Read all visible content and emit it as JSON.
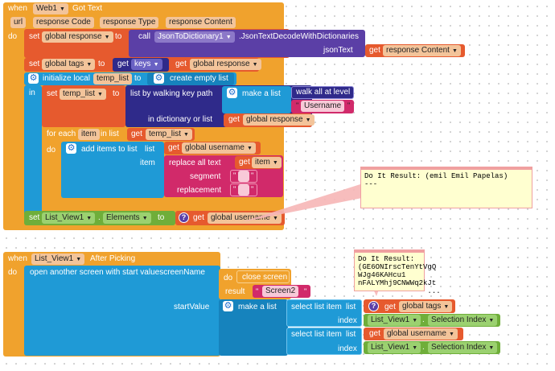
{
  "block1": {
    "when": "when",
    "component": "Web1",
    "event": "Got Text",
    "params": [
      "url",
      "response Code",
      "response Type",
      "response Content"
    ],
    "do": "do",
    "set": "set",
    "global_response": "global response",
    "to": "to",
    "call": "call",
    "json_component": "JsonToDictionary1",
    "json_method": ".JsonTextDecodeWithDictionaries",
    "json_text": "jsonText",
    "get": "get",
    "response_content": "response Content",
    "global_tags": "global tags",
    "keys": "keys",
    "initialize_local": "initialize local",
    "temp_list": "temp_list",
    "create_empty_list": "create empty list",
    "in": "in",
    "list_by_walking": "list by walking key path",
    "make_a_list": "make a list",
    "walk_all": "walk all at level",
    "username": "Username",
    "in_dictionary": "in dictionary or list",
    "for_each": "for each",
    "item": "item",
    "in_list": "in list",
    "add_items": "add items to list",
    "list_socket": "list",
    "global_username": "global username",
    "replace_all": "replace all text",
    "segment": "segment",
    "replacement": "replacement",
    "segment_value": " ",
    "replacement_value": "",
    "list_view": "List_View1",
    "elements": "Elements"
  },
  "note1": "Do It Result: (emil Emil Papelas)\n---",
  "block2": {
    "when": "when",
    "component": "List_View1",
    "event": "After Picking",
    "do": "do",
    "open_screen": "open another screen with start valuescreenName",
    "close_screen": "close screen",
    "result": "result",
    "screen2": "Screen2",
    "start_value": "startValue",
    "make_a_list": "make a list",
    "select_list_item": "select list item",
    "list_socket": "list",
    "index": "index",
    "get": "get",
    "global_tags": "global tags",
    "global_username": "global username",
    "list_view": "List_View1",
    "selection_index": "Selection Index"
  },
  "note2": "Do It Result:\n(GE6ONIrscTenYtVgQ\nWJg46KAHcu1\nnFALYMhj9CNWWq2kJt\n                ..."
}
